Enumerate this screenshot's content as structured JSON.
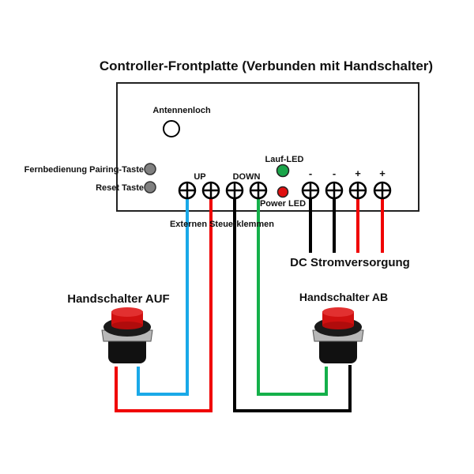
{
  "title": "Controller-Frontplatte (Verbunden mit Handschalter)",
  "panel": {
    "antenna_label": "Antennenloch",
    "pairing_label": "Fernbedienung Pairing-Taste",
    "reset_label": "Reset Taste",
    "run_led_label": "Lauf-LED",
    "power_led_label": "Power LED",
    "up_label": "UP",
    "down_label": "DOWN",
    "power_terminal_labels": [
      "-",
      "-",
      "+",
      "+"
    ],
    "run_led_color": "#1aa54a",
    "power_led_color": "#e01010"
  },
  "external_terminals_label": "Externen Steuerklemmen",
  "dc_supply_label": "DC Stromversorgung",
  "switch_up_label": "Handschalter AUF",
  "switch_down_label": "Handschalter AB",
  "wire_colors": {
    "blue": "#1aa9e8",
    "red": "#f00000",
    "black": "#000000",
    "green": "#14b04a"
  }
}
